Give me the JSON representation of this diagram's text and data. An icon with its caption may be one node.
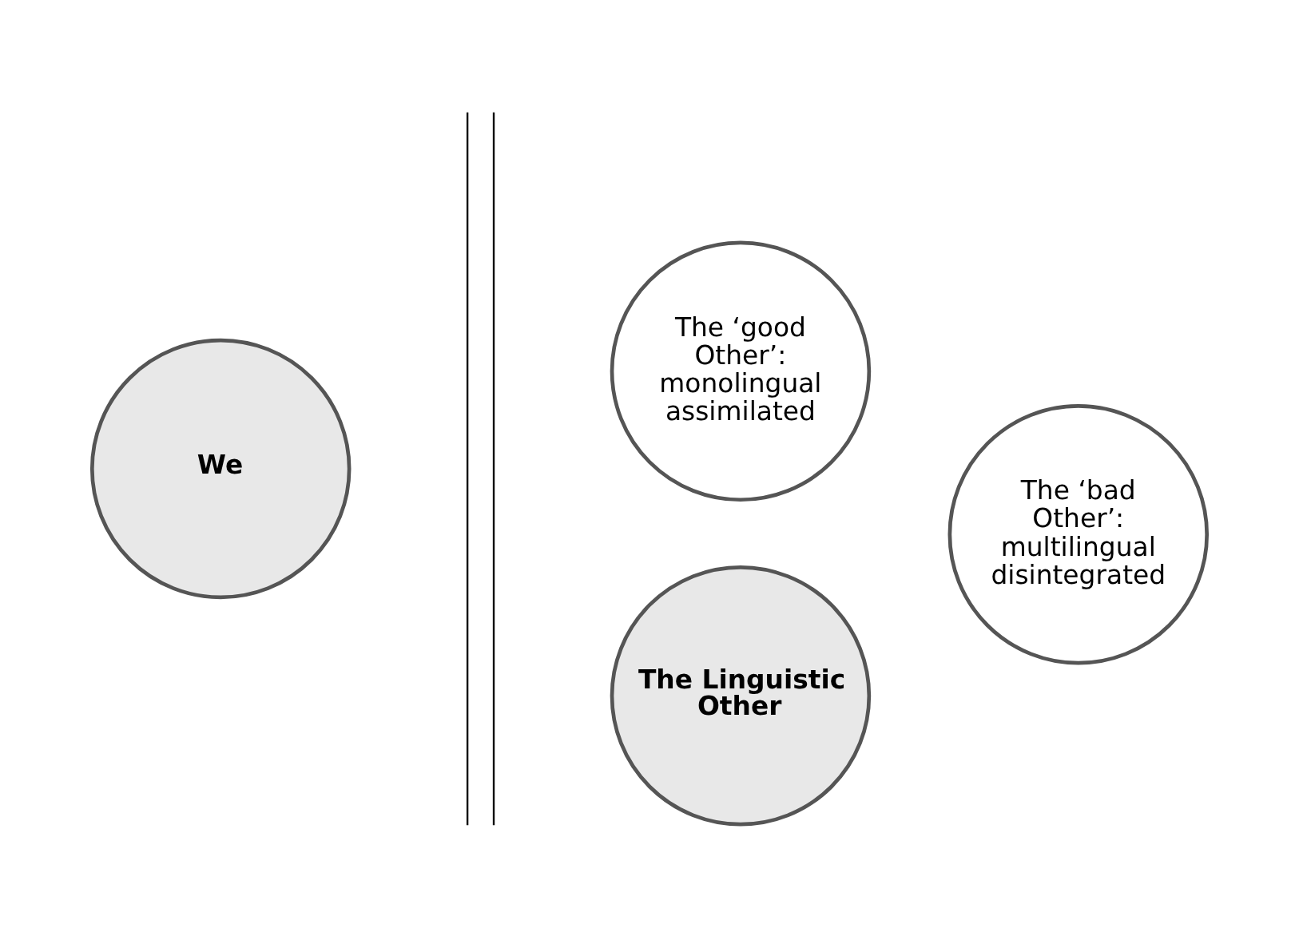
{
  "diagram": {
    "nodes": [
      {
        "text": [
          "We"
        ]
      },
      {
        "text": [
          "The Linguistic Other"
        ]
      },
      {
        "text": [
          "The ‘good Other’: monolingual assimilated"
        ]
      },
      {
        "text": [
          "The ‘bad Other’: multilingual disintegrated"
        ]
      }
    ]
  }
}
